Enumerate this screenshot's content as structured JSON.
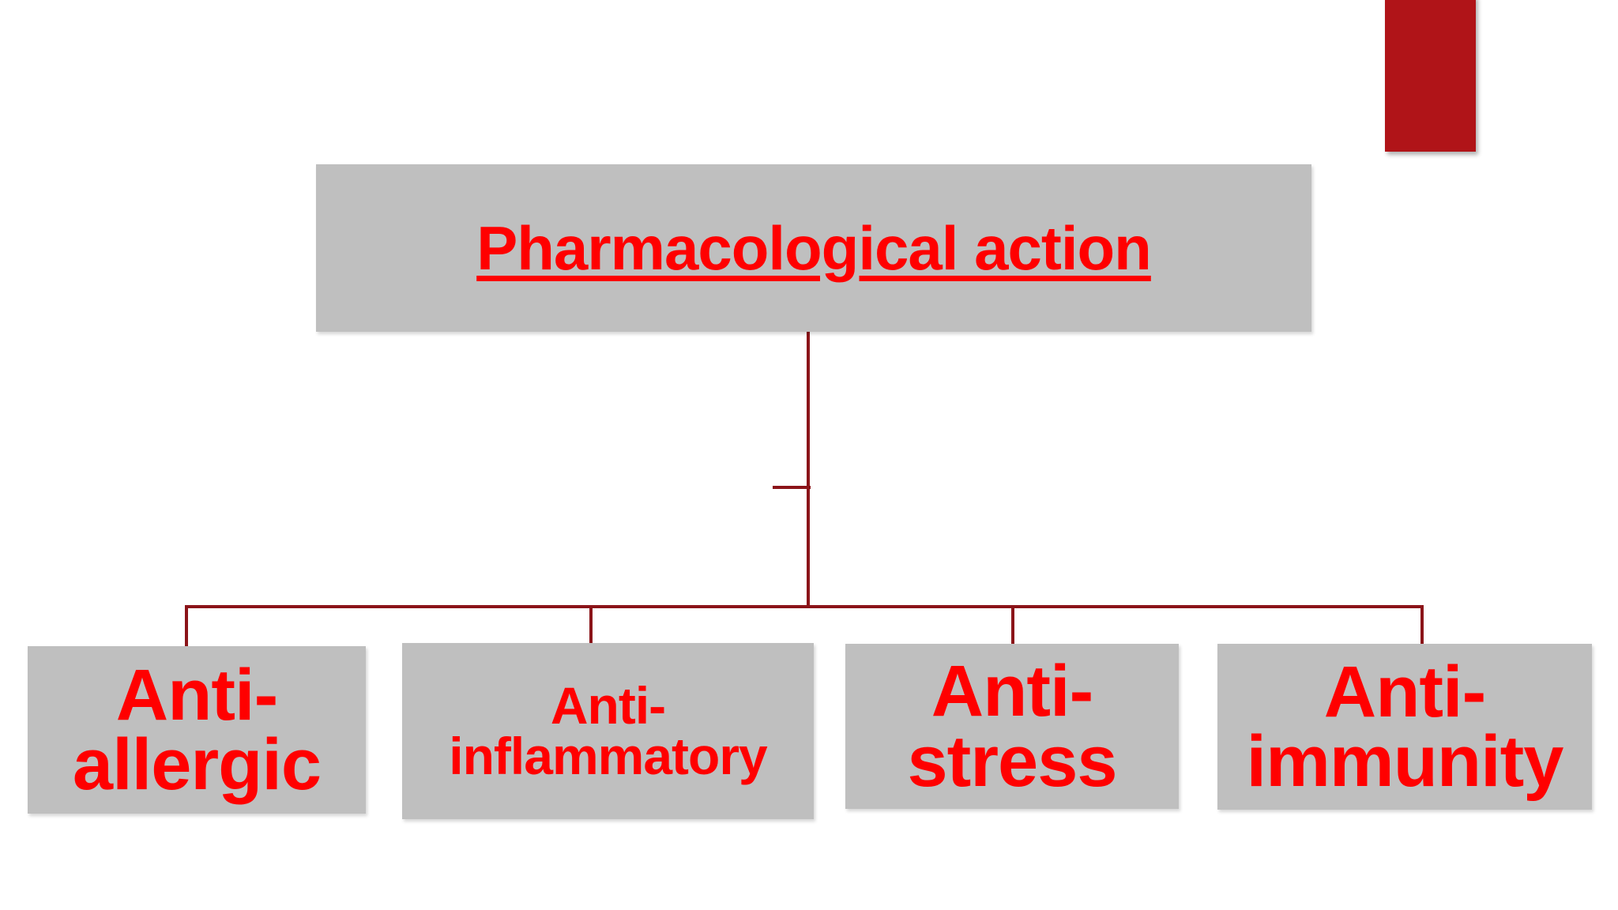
{
  "slide": {
    "background_color": "#ffffff",
    "accent_color": "#b01418",
    "node_fill_color": "#bfbfbf",
    "text_color": "#ff0000",
    "connector_color": "#8b1419"
  },
  "decoration": {
    "corner_tab_name": "red-corner-tab"
  },
  "diagram": {
    "type": "org-chart",
    "root": {
      "label": "Pharmacological action"
    },
    "children": [
      {
        "label": "Anti-allergic"
      },
      {
        "label": "Anti-inflammatory"
      },
      {
        "label": "Anti-stress"
      },
      {
        "label": "Anti-immunity"
      }
    ]
  }
}
